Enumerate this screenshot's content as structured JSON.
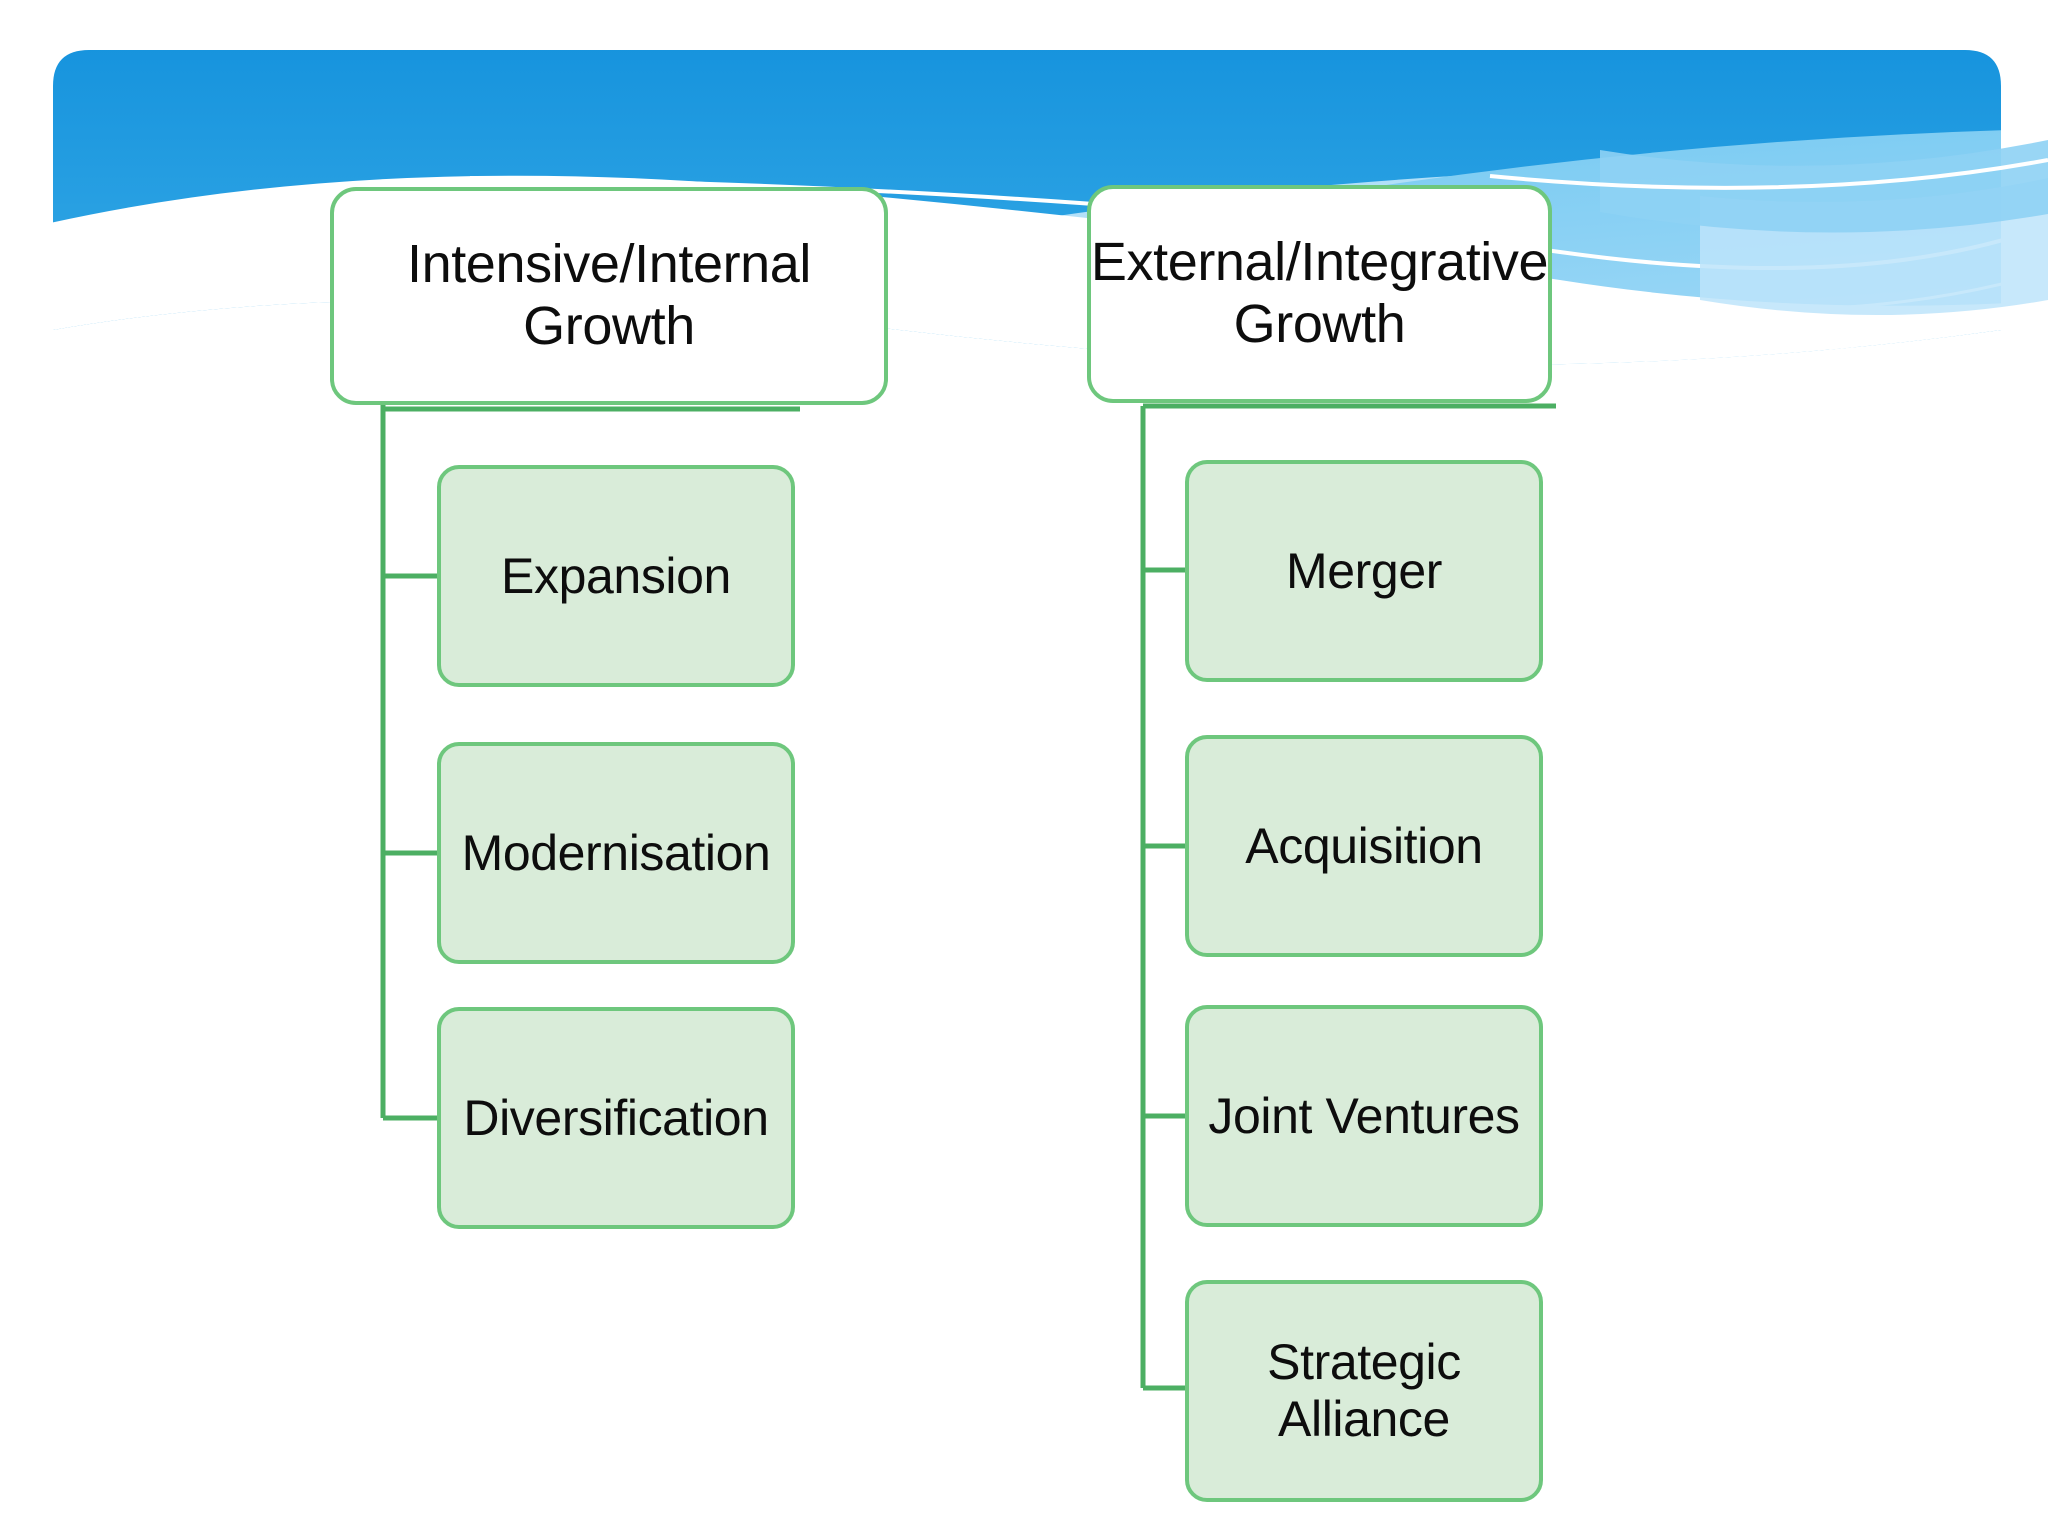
{
  "slide": {
    "background_color": "#ffffff",
    "decoration": {
      "name": "blue-wave-banner",
      "gradient_top": "#1693dd",
      "gradient_bottom": "#35abe8",
      "light_wave_color": "#7ecdf2",
      "pale_wave_color": "#a9dcf7",
      "accent_line_color": "#ffffff"
    }
  },
  "theme": {
    "node_border_color": "#6ec77d",
    "child_fill_color": "#d9ecd9",
    "title_fill_color": "#ffffff",
    "text_color": "#0d0d0d",
    "connector_color": "#4caf63"
  },
  "diagram": {
    "type": "tree",
    "columns": [
      {
        "id": "intensive-internal-growth",
        "title": "Intensive/Internal Growth",
        "children": [
          {
            "id": "expansion",
            "label": "Expansion"
          },
          {
            "id": "modernisation",
            "label": "Modernisation"
          },
          {
            "id": "diversification",
            "label": "Diversification"
          }
        ]
      },
      {
        "id": "external-integrative-growth",
        "title": "External/Integrative Growth",
        "children": [
          {
            "id": "merger",
            "label": "Merger"
          },
          {
            "id": "acquisition",
            "label": "Acquisition"
          },
          {
            "id": "joint-ventures",
            "label": "Joint Ventures"
          },
          {
            "id": "strategic-alliance",
            "label": "Strategic Alliance"
          }
        ]
      }
    ]
  }
}
